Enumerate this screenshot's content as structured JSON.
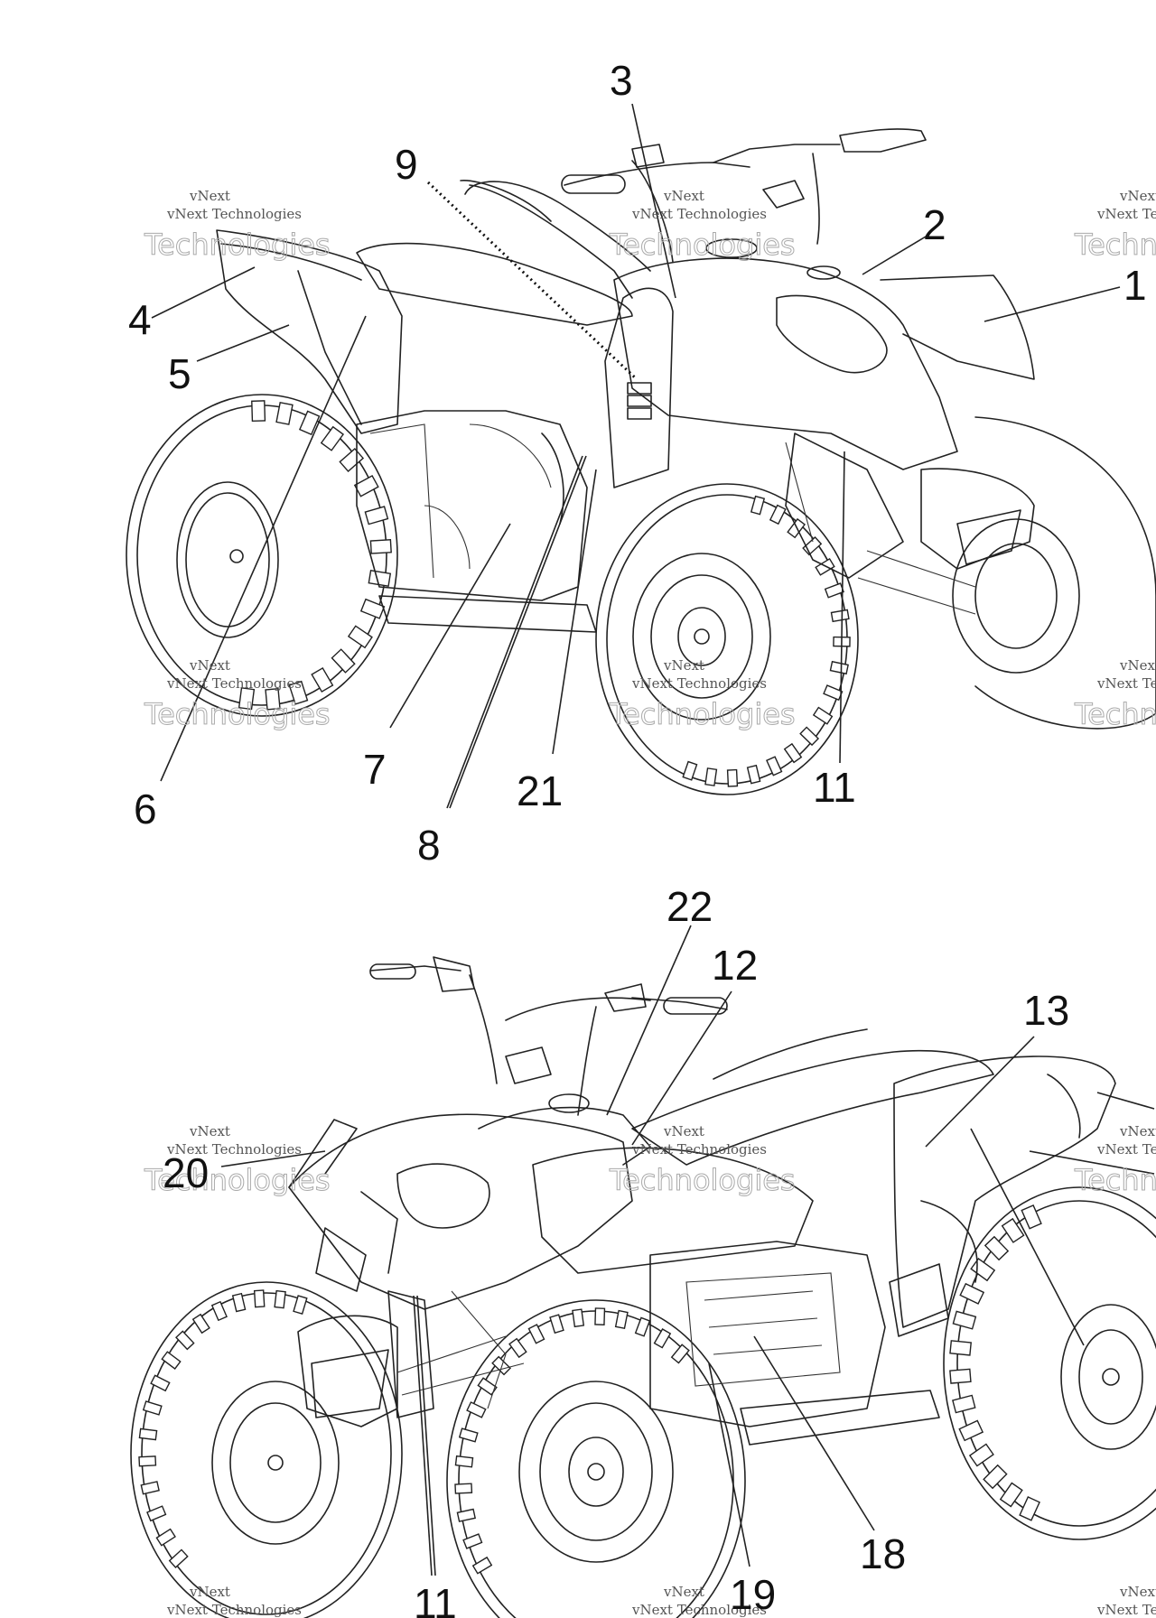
{
  "diagram": {
    "top_view": {
      "callouts": [
        "1",
        "2",
        "3",
        "4",
        "5",
        "6",
        "7",
        "8",
        "9",
        "11",
        "21"
      ]
    },
    "bottom_view": {
      "callouts": [
        "11",
        "12",
        "13",
        "18",
        "19",
        "20",
        "22"
      ]
    }
  },
  "watermark": {
    "line1": "vNext",
    "line2": "vNext Technologies",
    "line3": "Technologies"
  }
}
